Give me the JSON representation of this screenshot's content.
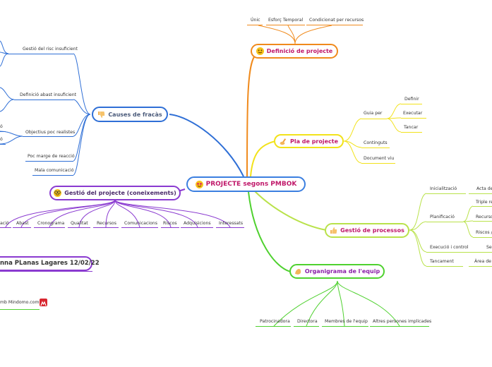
{
  "root": {
    "label": "PROJECTE segons PMBOK",
    "emoji": "star-struck-face-icon"
  },
  "definicio": {
    "label": "Definició de projecte",
    "children": [
      "Únic",
      "Esforç Temporal",
      "Condicionat per recursos"
    ]
  },
  "pla": {
    "label": "Pla de projecte",
    "guia": {
      "label": "Guia per",
      "children": [
        "Definir",
        "Executar",
        "Tancar"
      ]
    },
    "children": [
      "Continguts",
      "Document viu"
    ]
  },
  "processos": {
    "label": "Gestió de processos",
    "groups": [
      {
        "label": "Inicialització",
        "children": [
          "Acta de"
        ]
      },
      {
        "label": "Planificació",
        "children": [
          "Triple re",
          "Recursos",
          "Riscos /"
        ]
      },
      {
        "label": "Execució i control",
        "children": [
          "Se"
        ]
      },
      {
        "label": "Tancament",
        "children": [
          "Àrea de"
        ]
      }
    ]
  },
  "organigrama": {
    "label": "Organigrama de l'equip",
    "children": [
      "Patrocinadora",
      "Directora",
      "Membres de l'equip",
      "Altres persones implicades"
    ]
  },
  "causes": {
    "label": "Causes de fracàs",
    "children": [
      "Gestió del risc insuficient",
      "Definició abast insuficient",
      "Objectius poc realistes",
      "Poc marge de reacció",
      "Mala comunicació"
    ],
    "partial": [
      "ó",
      "ó"
    ]
  },
  "coneixements": {
    "label": "Gestió del projecte (coneixements)",
    "children": [
      "ació",
      "Abast",
      "Cronograma",
      "Qualitat",
      "Recursos",
      "Comunicacions",
      "Riscos",
      "Adquisicions",
      "Interessats"
    ]
  },
  "author": {
    "label": "nna PLanas Lagares  12/02/22"
  },
  "footer": {
    "label": "mb Mindomo.com",
    "logo": "mindomo-logo-icon"
  },
  "colors": {
    "blue": "#2f6fd6",
    "orange": "#f08a1c",
    "yellow": "#f2e21a",
    "yellowgreen": "#b9e24a",
    "green": "#4fd12f",
    "purple": "#8a3ad0",
    "root_border": "#3b7fe0"
  }
}
